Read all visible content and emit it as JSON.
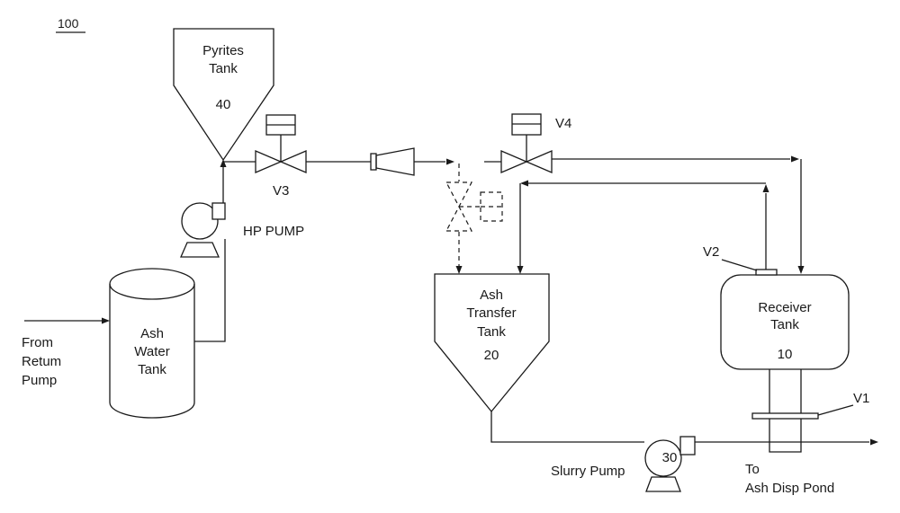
{
  "figure_ref": "100",
  "pyrites_tank": {
    "line1": "Pyrites",
    "line2": "Tank",
    "number": "40"
  },
  "hp_pump": {
    "label": "HP PUMP"
  },
  "ash_water_tank": {
    "line1": "Ash",
    "line2": "Water",
    "line3": "Tank"
  },
  "from_return_pump": {
    "line1": "From",
    "line2": "Retum",
    "line3": "Pump"
  },
  "valves": {
    "v1": "V1",
    "v2": "V2",
    "v3": "V3",
    "v4": "V4"
  },
  "ash_transfer_tank": {
    "line1": "Ash",
    "line2": "Transfer",
    "line3": "Tank",
    "number": "20"
  },
  "receiver_tank": {
    "line1": "Receiver",
    "line2": "Tank",
    "number": "10"
  },
  "slurry_pump": {
    "label": "Slurry Pump",
    "number": "30"
  },
  "ash_disp_pond": {
    "line1": "To",
    "line2": "Ash Disp Pond"
  }
}
